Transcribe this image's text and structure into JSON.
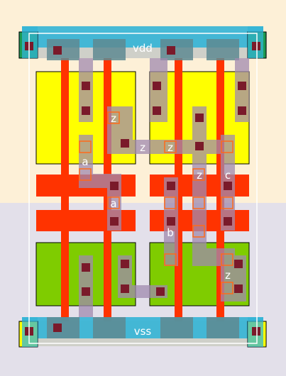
{
  "labels": {
    "vdd": "vdd",
    "vss": "vss",
    "z1": "z",
    "z2": "z",
    "z3": "z",
    "z4": "z",
    "z5": "z",
    "a1": "a",
    "a2": "a",
    "b": "b",
    "c": "c"
  },
  "colors": {
    "nwell": "#fdf0d7",
    "pwell": "#e3e0ea",
    "pdiff": "#ffff00",
    "ndiff": "#7fcc00",
    "poly": "#ff3300",
    "metal1": "#33b4d6",
    "metal1_light": "#66c6e4",
    "via_track": "#a08aaf",
    "contact": "#7a1a2a",
    "frame": "#ffffff"
  }
}
